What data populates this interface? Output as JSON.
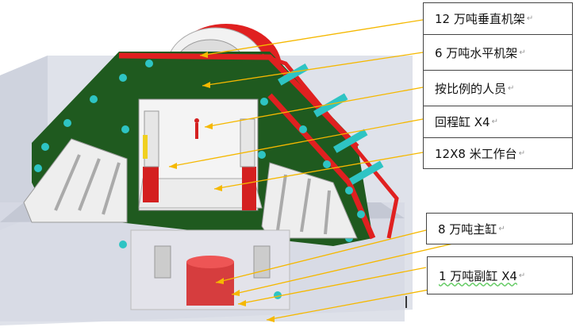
{
  "labels": [
    {
      "text": "12 万吨垂直机架"
    },
    {
      "text": "6 万吨水平机架"
    },
    {
      "text": "按比例的人员"
    },
    {
      "text": "回程缸 X4"
    },
    {
      "text": "12X8 米工作台"
    },
    {
      "text": "8 万吨主缸"
    },
    {
      "text": "1 万吨副缸 X4"
    }
  ],
  "paragraph_mark": "↵",
  "colors": {
    "leader": "#f5b800",
    "frame": "#1f5a1f",
    "band": "#e02020",
    "bolt": "#2ec4c4"
  }
}
